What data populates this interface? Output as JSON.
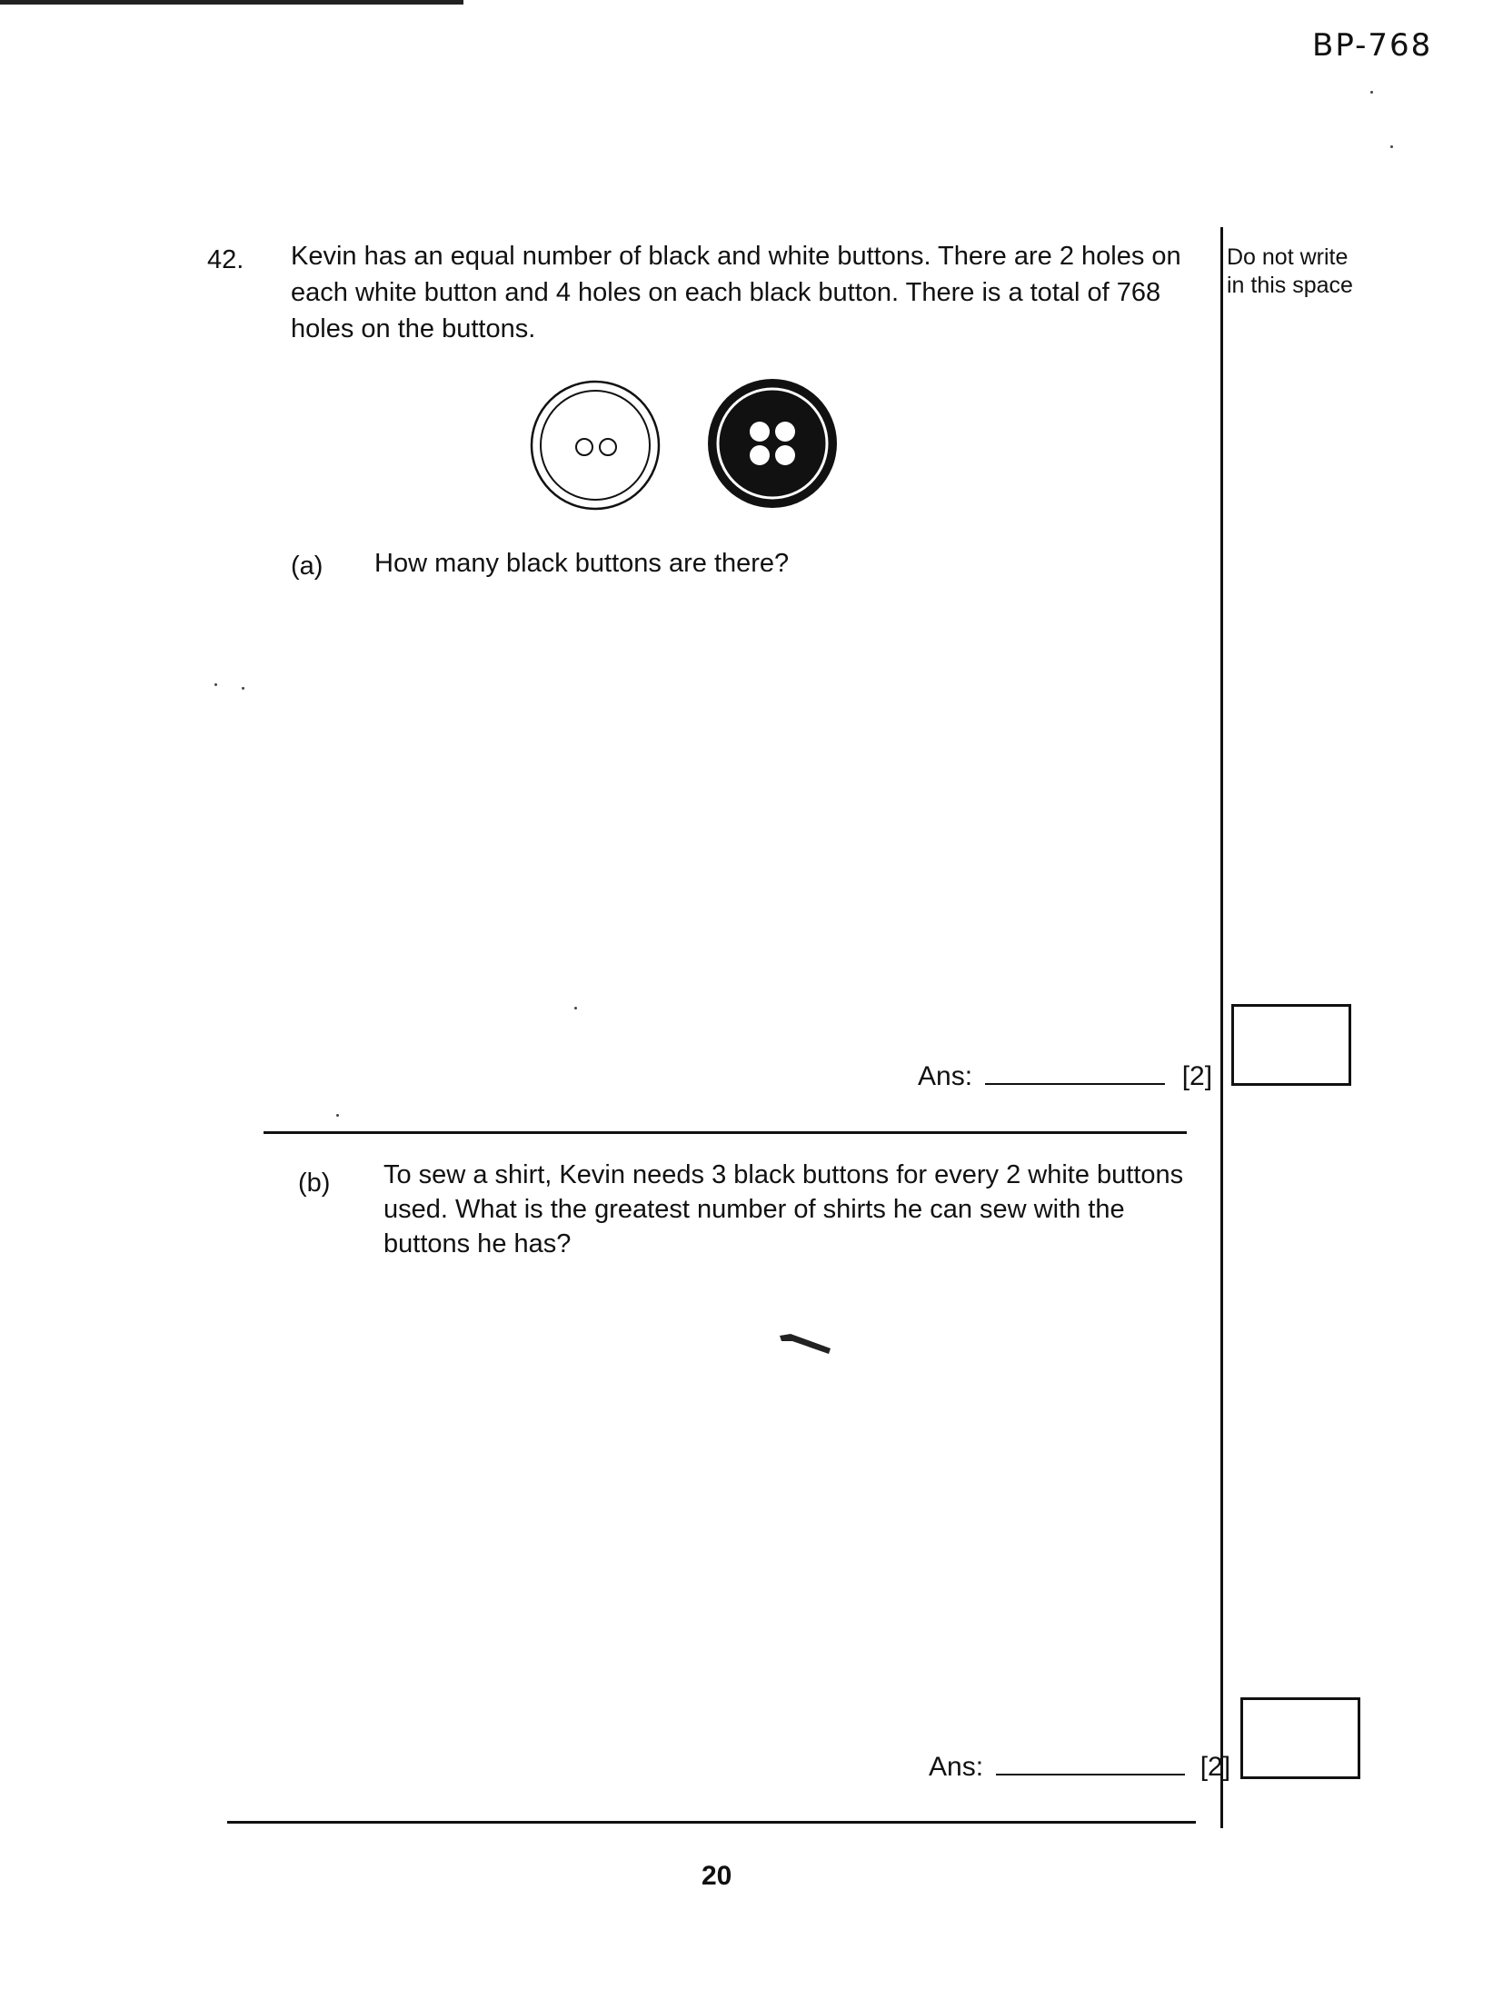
{
  "header": {
    "paper_code": "BP-768"
  },
  "question": {
    "number": "42.",
    "stem": "Kevin has an equal number of black and white buttons. There are 2 holes on each white button and 4 holes on each black button. There is a total of 768 holes on the buttons.",
    "margin_note_line1": "Do not write",
    "margin_note_line2": "in this space",
    "figure": {
      "white_button": {
        "holes": 2,
        "icon": "white-button-icon"
      },
      "black_button": {
        "holes": 4,
        "icon": "black-button-icon"
      }
    },
    "part_a": {
      "label": "(a)",
      "text": "How many black buttons are there?",
      "ans_label": "Ans:",
      "marks": "[2]"
    },
    "part_b": {
      "label": "(b)",
      "text": "To sew a shirt, Kevin needs 3 black buttons for every 2 white buttons used. What is the greatest number of shirts he can sew with the buttons he has?",
      "ans_label": "Ans:",
      "marks": "[2]"
    }
  },
  "footer": {
    "page_number": "20"
  }
}
